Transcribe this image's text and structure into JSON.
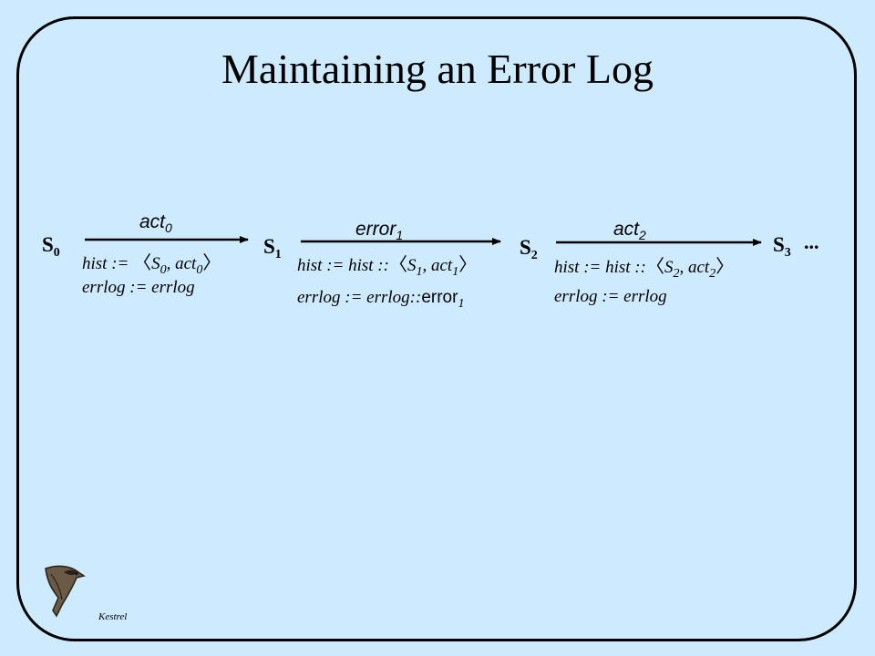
{
  "title": "Maintaining an Error Log",
  "states": [
    {
      "base": "S",
      "sub": "0"
    },
    {
      "base": "S",
      "sub": "1"
    },
    {
      "base": "S",
      "sub": "2"
    },
    {
      "base": "S",
      "sub": "3"
    }
  ],
  "ellipsis": "...",
  "transitions": [
    {
      "action": {
        "base": "act",
        "sub": "0"
      },
      "hist": {
        "prefix": "hist := ",
        "open": "〈",
        "s": "S",
        "s_sub": "0",
        "sep": ", ",
        "a": "act",
        "a_sub": "0",
        "close": "〉"
      },
      "errlog": {
        "prefix": "errlog := errlog",
        "err": "",
        "err_sub": ""
      }
    },
    {
      "action": {
        "base": "error",
        "sub": "1"
      },
      "hist": {
        "prefix": "hist := hist ::",
        "open": "〈",
        "s": "S",
        "s_sub": "1",
        "sep": ", ",
        "a": "act",
        "a_sub": "1",
        "close": "〉"
      },
      "errlog": {
        "prefix": "errlog := errlog::",
        "err": "error",
        "err_sub": "1"
      }
    },
    {
      "action": {
        "base": "act",
        "sub": "2"
      },
      "hist": {
        "prefix": "hist := hist ::",
        "open": "〈",
        "s": "S",
        "s_sub": "2",
        "sep": ", ",
        "a": "act",
        "a_sub": "2",
        "close": "〉"
      },
      "errlog": {
        "prefix": "errlog := errlog",
        "err": "",
        "err_sub": ""
      }
    }
  ],
  "logo": {
    "icon": "kestrel-bird-icon",
    "label": "Kestrel"
  }
}
